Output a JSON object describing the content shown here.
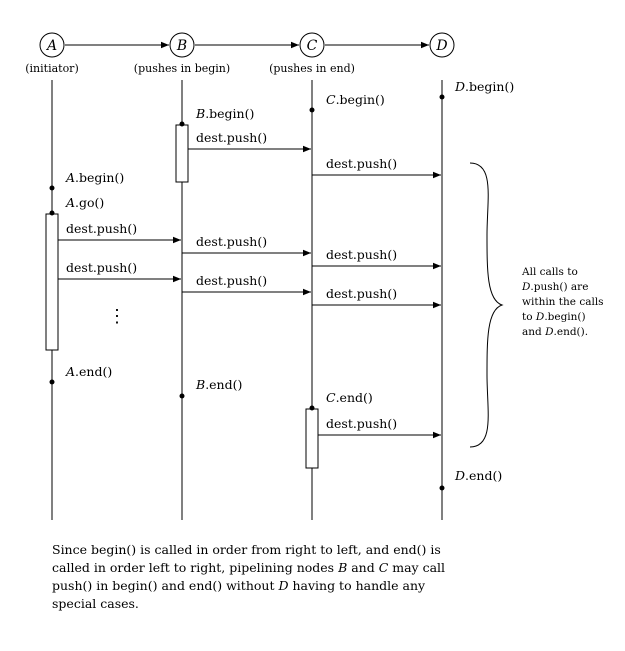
{
  "nodes": [
    {
      "id": "a",
      "label": "A",
      "subtitle": "(initiator)"
    },
    {
      "id": "b",
      "label": "B",
      "subtitle": "(pushes in begin)"
    },
    {
      "id": "c",
      "label": "C",
      "subtitle": "(pushes in end)"
    },
    {
      "id": "d",
      "label": "D",
      "subtitle": ""
    }
  ],
  "labels": {
    "d_begin_node": "D",
    "d_begin_call": ".begin()",
    "b_begin_node": "B",
    "b_begin_call": ".begin()",
    "c_begin_node": "C",
    "c_begin_call": ".begin()",
    "a_begin_node": "A",
    "a_begin_call": ".begin()",
    "a_go_node": "A",
    "a_go_call": ".go()",
    "a_end_node": "A",
    "a_end_call": ".end()",
    "b_end_node": "B",
    "b_end_call": ".end()",
    "c_end_node": "C",
    "c_end_call": ".end()",
    "d_end_node": "D",
    "d_end_call": ".end()",
    "push": "dest.push()",
    "ellipsis": "⋮"
  },
  "brace_note": {
    "line1": "All calls to",
    "line2_node": "D",
    "line2_rest": ".push() are",
    "line3": "within the calls",
    "line4_pre": "to ",
    "line4_node": "D",
    "line4_rest": ".begin()",
    "line5_pre": "and ",
    "line5_node": "D",
    "line5_rest": ".end()."
  },
  "caption": {
    "part1": "Since begin() is called in order from right to left, and end() is called in order left to right, pipelining nodes ",
    "node_b": "B",
    "part2": " and ",
    "node_c": "C",
    "part3": " may call push() in begin() and end() without ",
    "node_d": "D",
    "part4": " having to handle any special cases."
  }
}
